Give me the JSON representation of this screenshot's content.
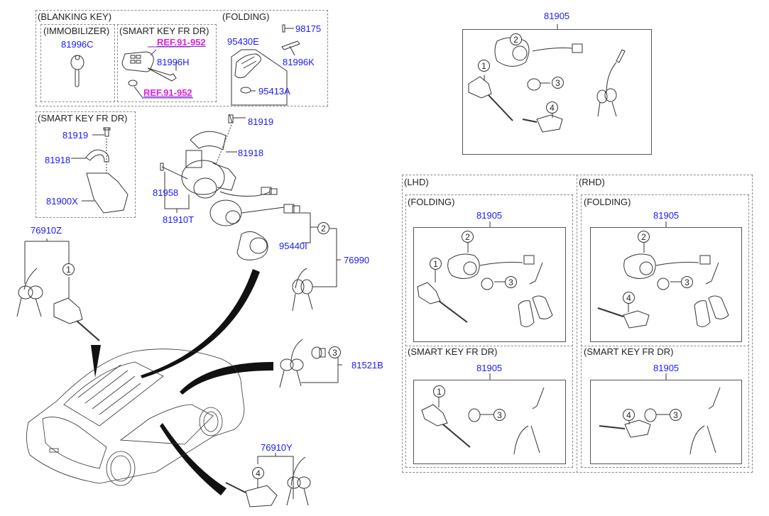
{
  "colors": {
    "part_number": "#1a1aff",
    "reference": "#e020e0",
    "line": "#333333",
    "frame": "#8a8a8a"
  },
  "blanking_key": {
    "title": "(BLANKING KEY)",
    "immobilizer": {
      "title": "(IMMOBILIZER)",
      "part": "81996C"
    },
    "smart_key_fr_dr": {
      "title": "(SMART KEY FR DR)",
      "ref_top": "REF.91-952",
      "part": "81996H",
      "ref_bottom": "REF.91-952"
    }
  },
  "folding_top": {
    "title": "(FOLDING)",
    "parts": [
      "95430E",
      "98175",
      "81996K",
      "95413A"
    ]
  },
  "smart_key_cover": {
    "title": "(SMART KEY FR DR)",
    "parts": [
      "81919",
      "81918",
      "81900X"
    ]
  },
  "ignition": {
    "parts": [
      "81919",
      "81918",
      "81958",
      "81910T",
      "95440I",
      "76990",
      "81521B",
      "76910Z",
      "76910Y"
    ]
  },
  "callouts": [
    "1",
    "2",
    "3",
    "4"
  ],
  "kit_top": {
    "part": "81905",
    "callouts": [
      "1",
      "2",
      "3",
      "4"
    ]
  },
  "lhd": {
    "title": "(LHD)",
    "folding": {
      "title": "(FOLDING)",
      "part": "81905",
      "callouts": [
        "1",
        "2",
        "3"
      ]
    },
    "smart": {
      "title": "(SMART KEY FR DR)",
      "part": "81905",
      "callouts": [
        "1",
        "3"
      ]
    }
  },
  "rhd": {
    "title": "(RHD)",
    "folding": {
      "title": "(FOLDING)",
      "part": "81905",
      "callouts": [
        "2",
        "4",
        "3"
      ]
    },
    "smart": {
      "title": "(SMART KEY FR DR)",
      "part": "81905",
      "callouts": [
        "4",
        "3"
      ]
    }
  }
}
